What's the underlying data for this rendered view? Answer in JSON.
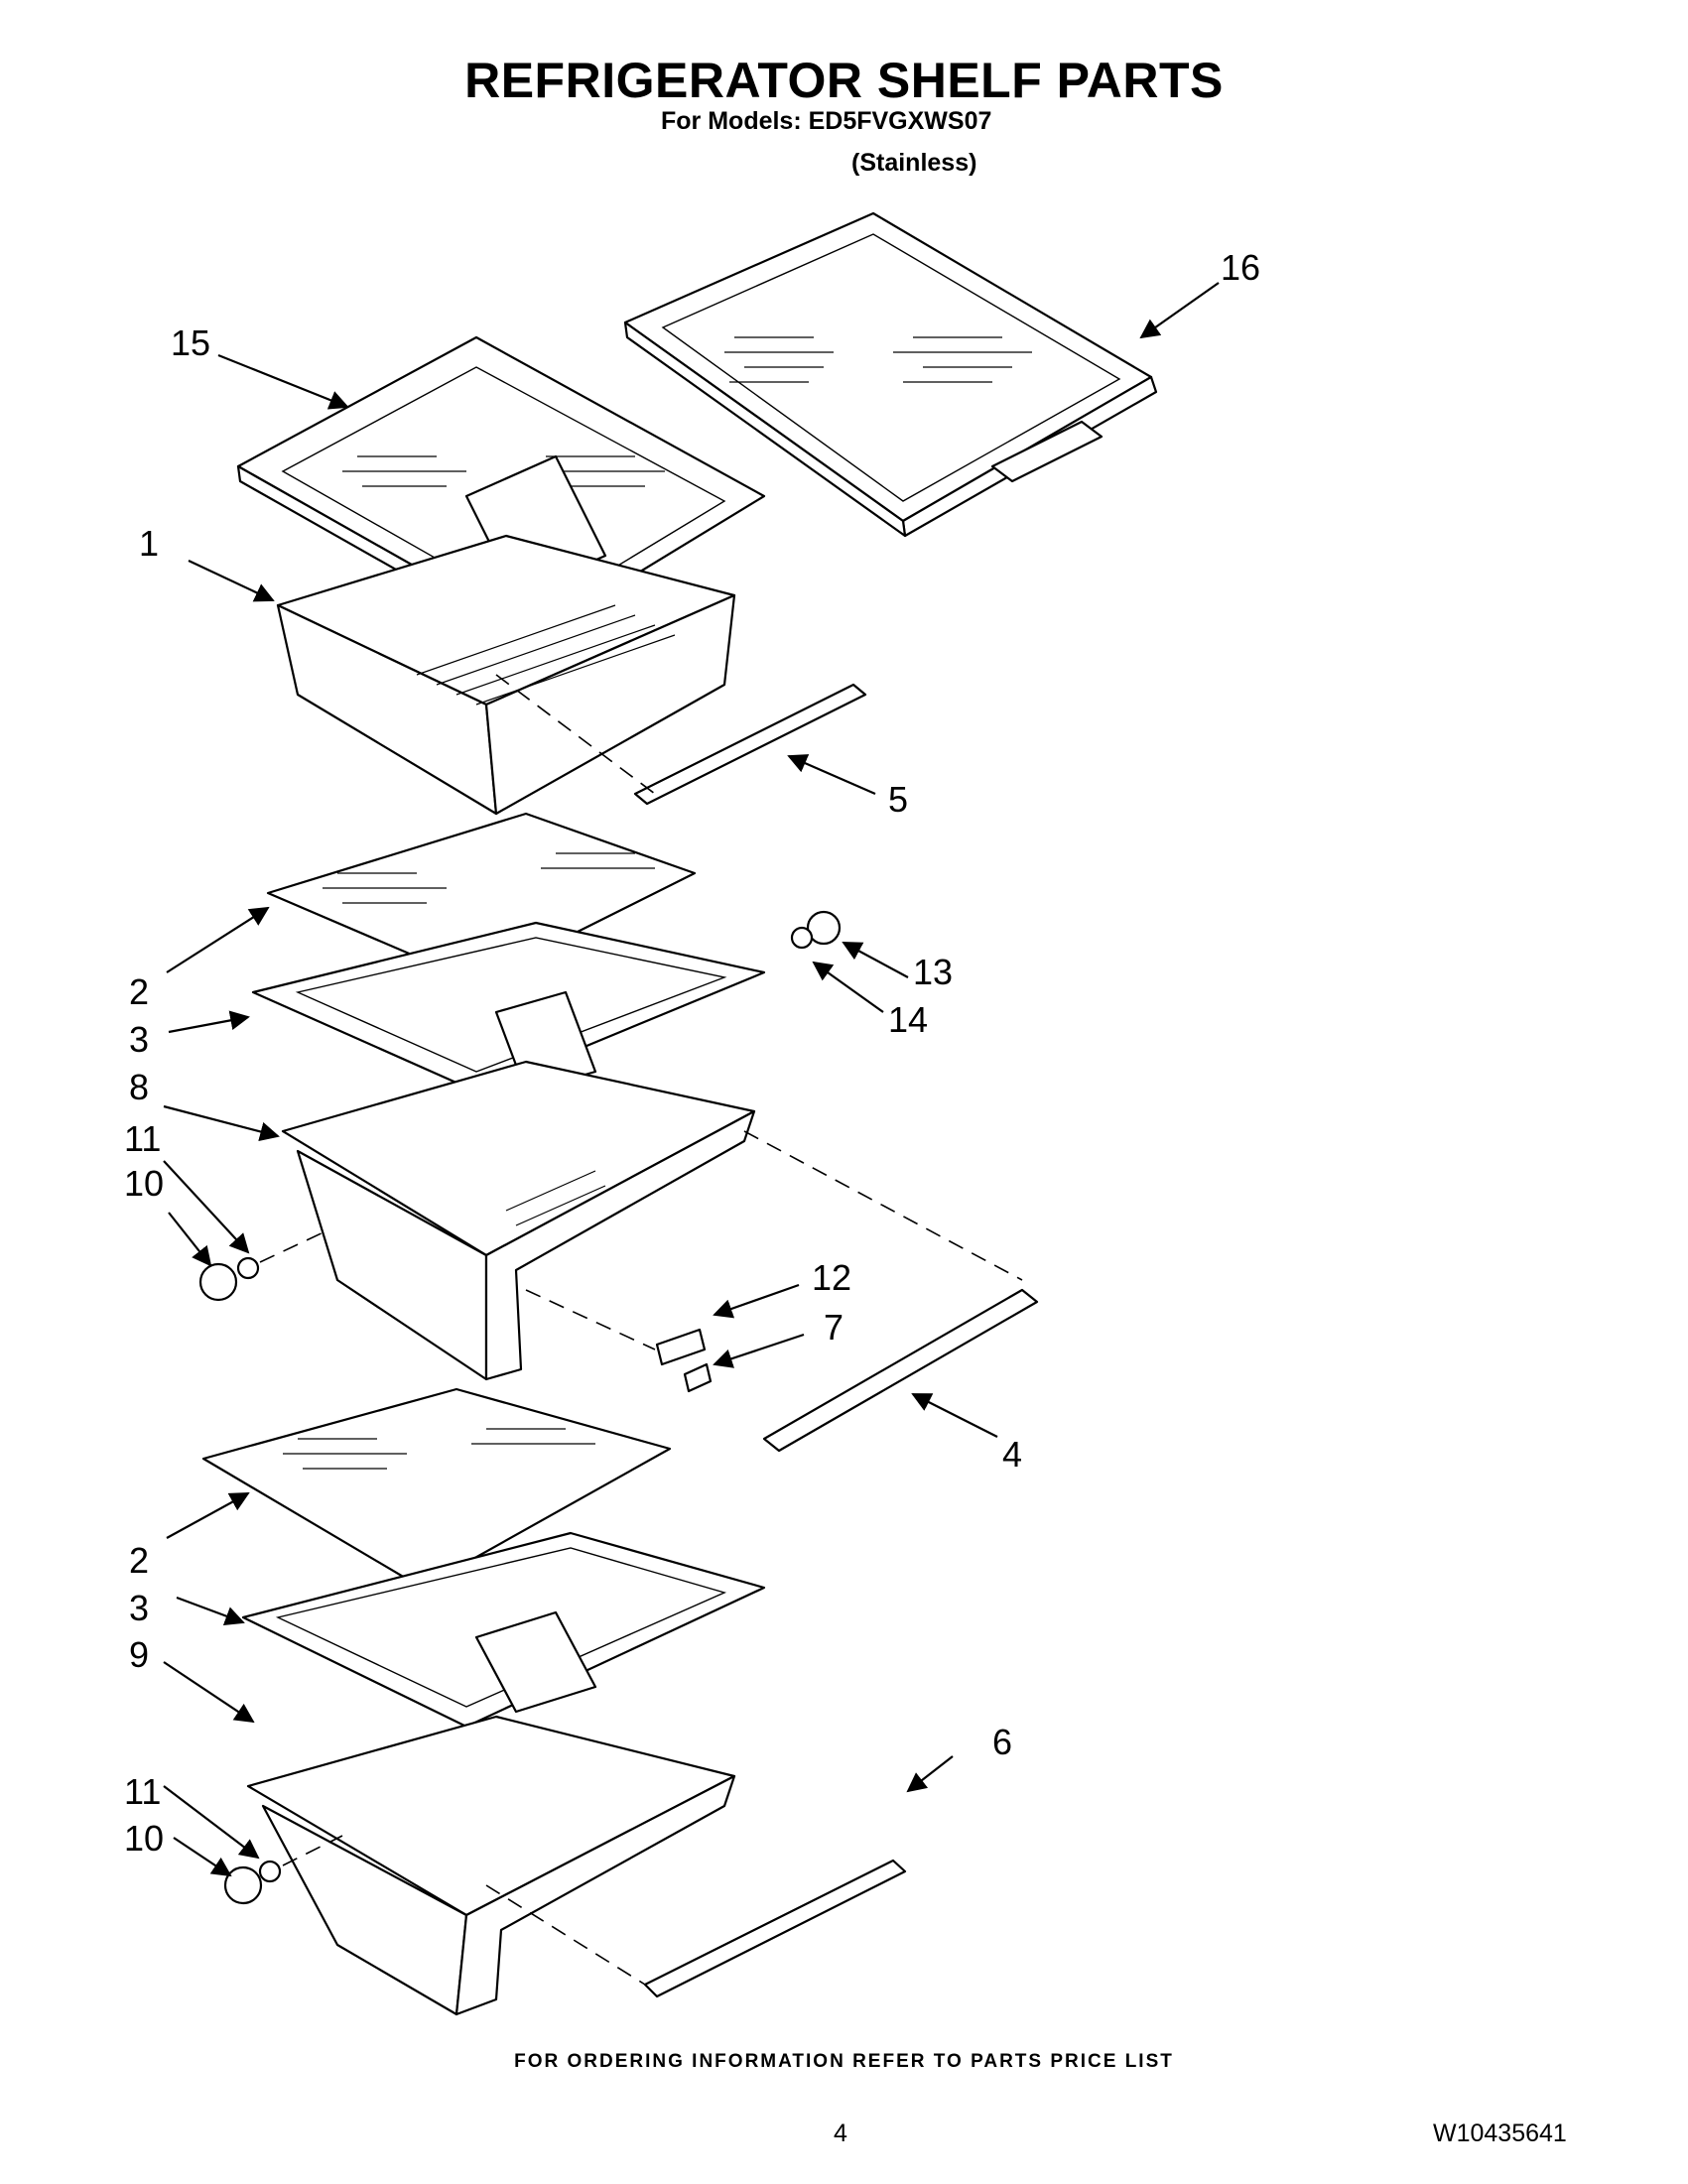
{
  "header": {
    "title": "REFRIGERATOR SHELF PARTS",
    "models_line": "For Models: ED5FVGXWS07",
    "finish": "(Stainless)"
  },
  "footer": {
    "ordering_note": "FOR ORDERING INFORMATION REFER TO PARTS PRICE LIST",
    "page_number": "4",
    "document_id": "W10435641"
  },
  "callouts": [
    "15",
    "16",
    "1",
    "5",
    "2",
    "13",
    "14",
    "3",
    "8",
    "11",
    "10",
    "12",
    "7",
    "4",
    "2",
    "3",
    "9",
    "6",
    "11",
    "10"
  ]
}
